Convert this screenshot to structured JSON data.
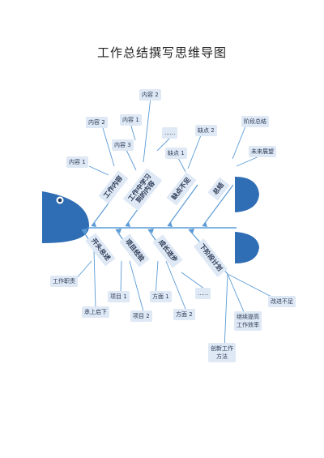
{
  "title": "工作总结撰写思维导图",
  "colors": {
    "fish": "#2f6db5",
    "line": "#5b9bd5",
    "box": "#dfe8f5",
    "text": "#2b3a55"
  },
  "top_bones": [
    {
      "label": "工作内容"
    },
    {
      "label": "工作中学习\n到的内容"
    },
    {
      "label": "缺点不足"
    },
    {
      "label": "总结"
    }
  ],
  "bottom_bones": [
    {
      "label": "开头总述"
    },
    {
      "label": "项目经验"
    },
    {
      "label": "成长进步"
    },
    {
      "label": "下阶段计划"
    }
  ],
  "nodes": {
    "n1": "内容 2",
    "n2": "内容 2",
    "n3": "内容 1",
    "n4": "......",
    "n5": "缺点 2",
    "n6": "阶段总结",
    "n7": "内容 3",
    "n8": "缺点 1",
    "n9": "未来展望",
    "n10": "内容 1",
    "n11": "工作职责",
    "n12": "承上启下",
    "n13": "项目 1",
    "n14": "项目 2",
    "n15": "方面 1",
    "n16": "方面 2",
    "n17": "......",
    "n18": "改进不足",
    "n19": "继续提高\n工作效率",
    "n20": "创新工作\n方法"
  }
}
